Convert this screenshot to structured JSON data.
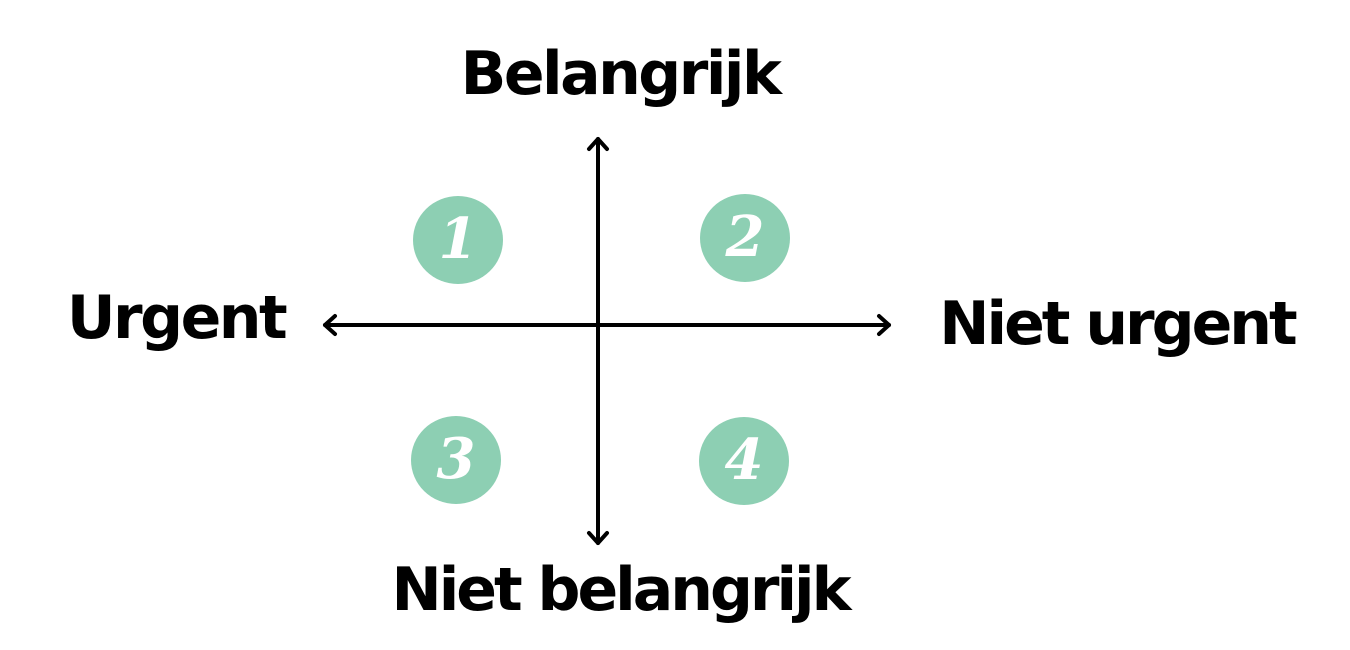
{
  "diagram": {
    "type": "priority-matrix",
    "axes": {
      "top": "Belangrijk",
      "bottom": "Niet belangrijk",
      "left": "Urgent",
      "right": "Niet urgent"
    },
    "quadrants": [
      {
        "number": "1",
        "position": "top-left"
      },
      {
        "number": "2",
        "position": "top-right"
      },
      {
        "number": "3",
        "position": "bottom-left"
      },
      {
        "number": "4",
        "position": "bottom-right"
      }
    ],
    "colors": {
      "badge": "#8DCFB3",
      "badge_text": "#FFFFFF",
      "axis": "#000000",
      "label": "#000000",
      "background": "#FFFFFF"
    }
  }
}
